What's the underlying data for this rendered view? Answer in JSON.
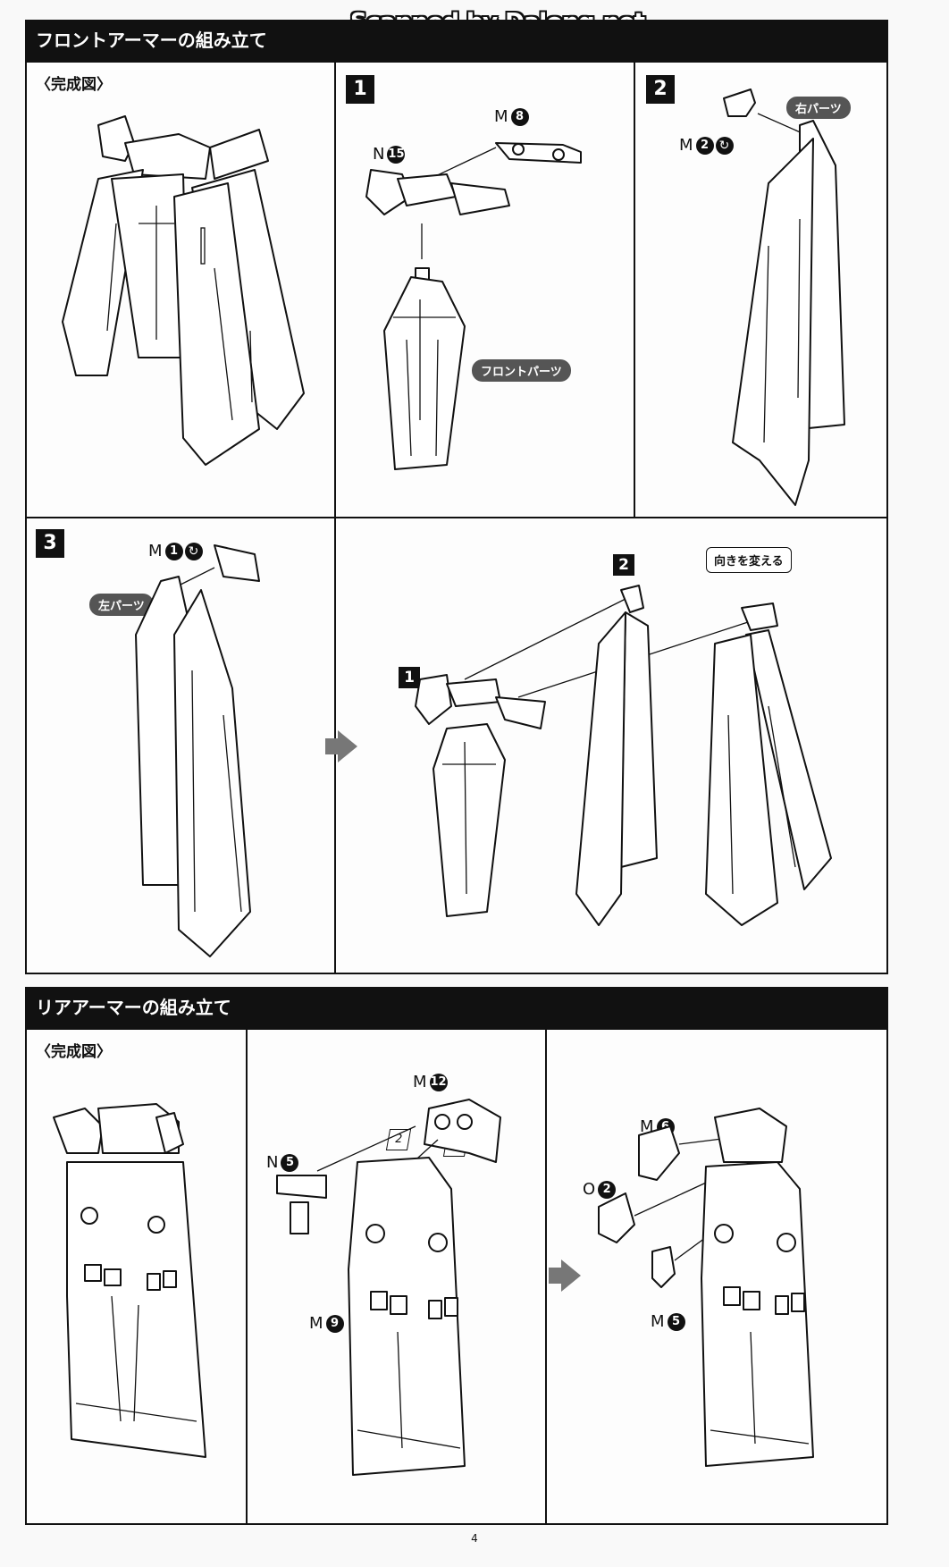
{
  "watermark": "Scanned by Dalong.net",
  "front_armor": {
    "title": "フロントアーマーの組み立て",
    "complete_label": "〈完成図〉",
    "steps": [
      {
        "number": "1",
        "parts": [
          {
            "runner": "M",
            "num": "8"
          },
          {
            "runner": "N",
            "num": "15"
          }
        ],
        "pill": "フロントパーツ"
      },
      {
        "number": "2",
        "parts": [
          {
            "runner": "M",
            "num": "2"
          }
        ],
        "pill": "右パーツ"
      },
      {
        "number": "3",
        "parts": [
          {
            "runner": "M",
            "num": "1"
          }
        ],
        "pill": "左パーツ"
      }
    ],
    "combine": {
      "ref1": "1",
      "ref2": "2",
      "callout": "向きを変える"
    }
  },
  "rear_armor": {
    "title": "リアアーマーの組み立て",
    "complete_label": "〈完成図〉",
    "step_a": {
      "parts": [
        {
          "runner": "M",
          "num": "12"
        },
        {
          "runner": "N",
          "num": "5"
        },
        {
          "runner": "M",
          "num": "9"
        }
      ],
      "order": [
        "1",
        "2"
      ]
    },
    "step_b": {
      "parts": [
        {
          "runner": "M",
          "num": "6"
        },
        {
          "runner": "O",
          "num": "2"
        },
        {
          "runner": "M",
          "num": "5"
        }
      ]
    }
  },
  "page_number": "4",
  "swirl_icon": "↻"
}
